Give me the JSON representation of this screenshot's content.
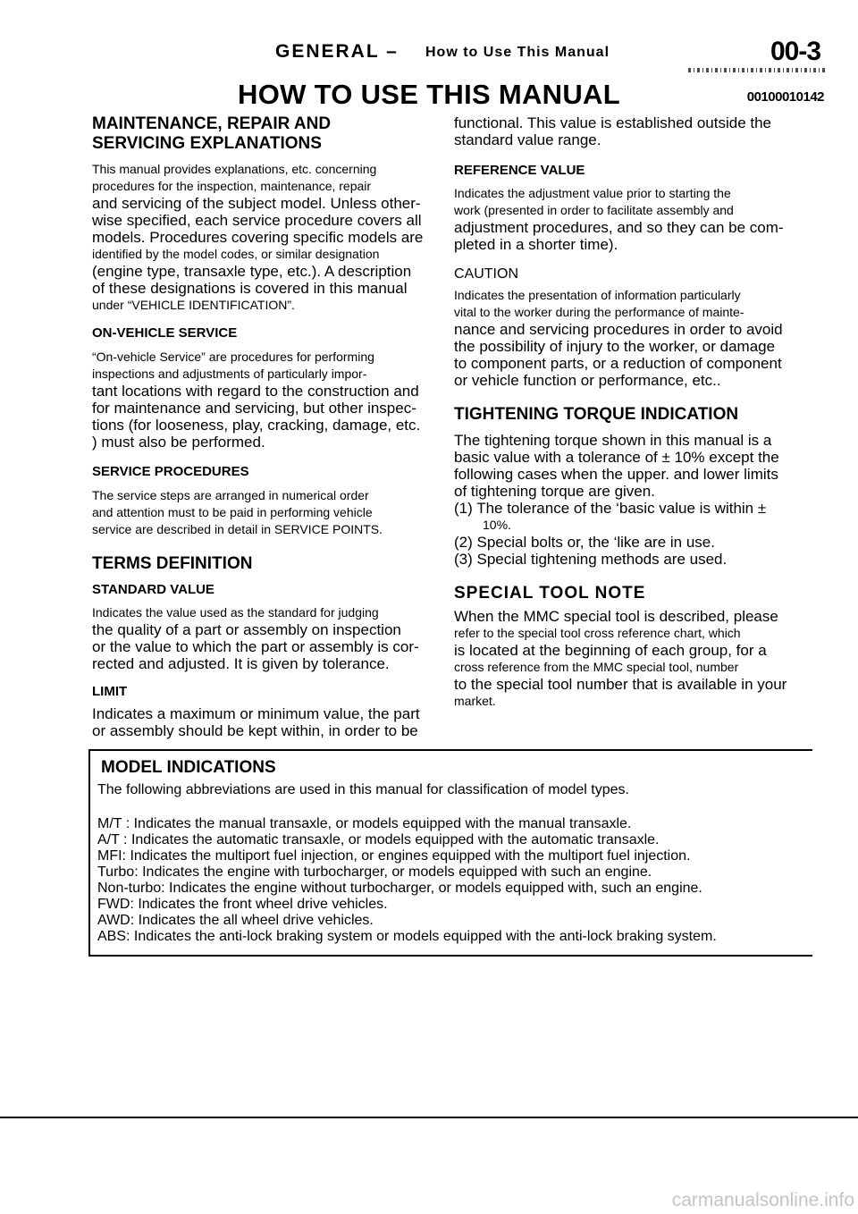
{
  "header": {
    "section": "GENERAL  –",
    "subtitle": "How to Use This Manual",
    "page_code": "00-3"
  },
  "title": "HOW TO USE THIS MANUAL",
  "doc_code": "00100010142",
  "left": {
    "maint_heading": [
      "MAINTENANCE, REPAIR AND",
      "SERVICING EXPLANATIONS"
    ],
    "maint_body": [
      {
        "t": "This manual provides explanations, etc. concerning",
        "s": "sm"
      },
      {
        "t": "procedures for the inspection, maintenance, repair",
        "s": "sm"
      },
      {
        "t": "and servicing of the subject model. Unless other-",
        "s": "lg"
      },
      {
        "t": "wise specified, each service procedure covers all",
        "s": "lg"
      },
      {
        "t": "models. Procedures covering specific models are",
        "s": "lg"
      },
      {
        "t": "identified by the model codes, or similar designation",
        "s": "sm"
      },
      {
        "t": "(engine type, transaxle type, etc.). A description",
        "s": "lg"
      },
      {
        "t": "of these designations is covered in this manual",
        "s": "lg"
      },
      {
        "t": "under “VEHICLE IDENTIFICATION”.",
        "s": "sm"
      }
    ],
    "onveh_heading": "ON-VEHICLE SERVICE",
    "onveh_body": [
      {
        "t": "“On-vehicle Service” are procedures for performing",
        "s": "sm"
      },
      {
        "t": "inspections and adjustments of particularly impor-",
        "s": "sm"
      },
      {
        "t": "tant locations with regard to the construction and",
        "s": "lg"
      },
      {
        "t": "for maintenance and servicing, but other inspec-",
        "s": "lg"
      },
      {
        "t": "tions (for looseness, play, cracking, damage, etc.",
        "s": "lg"
      },
      {
        "t": ") must also be performed.",
        "s": "lg"
      }
    ],
    "svc_heading": "SERVICE PROCEDURES",
    "svc_body": [
      "The service steps are arranged in numerical order",
      "and attention must to be paid in performing vehicle",
      "service are described in detail in SERVICE POINTS."
    ],
    "terms_heading": "TERMS DEFINITION",
    "std_heading": "STANDARD VALUE",
    "std_body": [
      {
        "t": "Indicates the value used as the standard for judging",
        "s": "sm"
      },
      {
        "t": "the quality of a part or assembly on inspection",
        "s": "lg"
      },
      {
        "t": "or the value to which the part or assembly is cor-",
        "s": "lg"
      },
      {
        "t": "rected and adjusted. It is given by tolerance.",
        "s": "lg"
      }
    ],
    "limit_heading": "LIMIT",
    "limit_body": [
      "Indicates a maximum or minimum value, the part",
      "or assembly should be kept within, in order to be"
    ]
  },
  "right": {
    "cont_body": [
      "functional. This value is established outside the",
      "standard value range."
    ],
    "ref_heading": "REFERENCE VALUE",
    "ref_body": [
      {
        "t": "Indicates the adjustment value prior to starting the",
        "s": "sm"
      },
      {
        "t": "work (presented in order to facilitate assembly and",
        "s": "sm"
      },
      {
        "t": "adjustment procedures, and so they can be com-",
        "s": "lg"
      },
      {
        "t": "pleted in a shorter time).",
        "s": "lg"
      }
    ],
    "caution_heading": "CAUTION",
    "caution_body": [
      {
        "t": "Indicates the presentation of information particularly",
        "s": "sm"
      },
      {
        "t": "vital to the worker during the performance of mainte-",
        "s": "sm"
      },
      {
        "t": "nance and servicing procedures in order to avoid",
        "s": "lg"
      },
      {
        "t": "the possibility of injury to the worker, or damage",
        "s": "lg"
      },
      {
        "t": "to component parts, or a reduction of component",
        "s": "lg"
      },
      {
        "t": "or vehicle function or performance, etc..",
        "s": "lg"
      }
    ],
    "torque_heading": "TIGHTENING TORQUE INDICATION",
    "torque_body": [
      {
        "t": "The tightening torque shown in this manual is a",
        "s": "lg"
      },
      {
        "t": "basic value with a tolerance of ± 10% except the",
        "s": "lg"
      },
      {
        "t": "following cases when the upper. and lower limits",
        "s": "lg"
      },
      {
        "t": "of tightening torque are given.",
        "s": "lg"
      },
      {
        "t": "(1) The tolerance of the ‘basic value is within ±",
        "s": "lg"
      },
      {
        "t": "10%.",
        "s": "sm2"
      },
      {
        "t": "(2) Special bolts or, the ‘like are in use.",
        "s": "lg"
      },
      {
        "t": "(3) Special tightening methods are used.",
        "s": "lg"
      }
    ],
    "tool_heading": "SPECIAL TOOL NOTE",
    "tool_body": [
      {
        "t": "When the MMC special tool is described, please",
        "s": "lg"
      },
      {
        "t": "refer to the special tool cross reference chart, which",
        "s": "sm"
      },
      {
        "t": "is located at the beginning of each group, for a",
        "s": "lg"
      },
      {
        "t": "cross reference from the MMC special tool, number",
        "s": "sm"
      },
      {
        "t": "to the special tool number that is available in your",
        "s": "lg"
      },
      {
        "t": "market.",
        "s": "sm"
      }
    ]
  },
  "model": {
    "heading": "MODEL INDICATIONS",
    "desc": "The following abbreviations are used in this manual for classification of model types.",
    "items": [
      "M/T : Indicates the manual transaxle, or models equipped with the manual transaxle.",
      "A/T : Indicates the automatic transaxle, or models equipped with the automatic transaxle.",
      "MFI: Indicates the multiport fuel injection, or engines equipped with the multiport fuel injection.",
      "Turbo: Indicates the engine with turbocharger, or models equipped with such an engine.",
      "Non-turbo: Indicates the engine without turbocharger, or models equipped with, such an engine.",
      "FWD: Indicates the front wheel drive vehicles.",
      "AWD: Indicates the all wheel drive vehicles.",
      "ABS: Indicates the anti-lock braking system or models equipped with the anti-lock braking system."
    ]
  },
  "watermark": "carmanualsonline.info"
}
